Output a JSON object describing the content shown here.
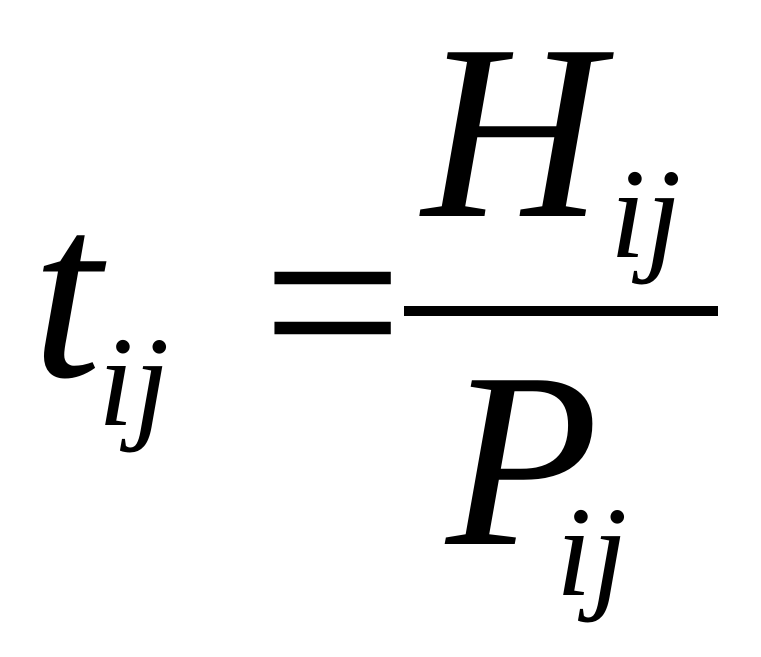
{
  "formula": {
    "lhs": {
      "base": "t",
      "subscript": "ij"
    },
    "operator": "=",
    "fraction": {
      "numerator": {
        "base": "H",
        "subscript": "ij"
      },
      "denominator": {
        "base": "P",
        "subscript": "ij"
      }
    }
  }
}
